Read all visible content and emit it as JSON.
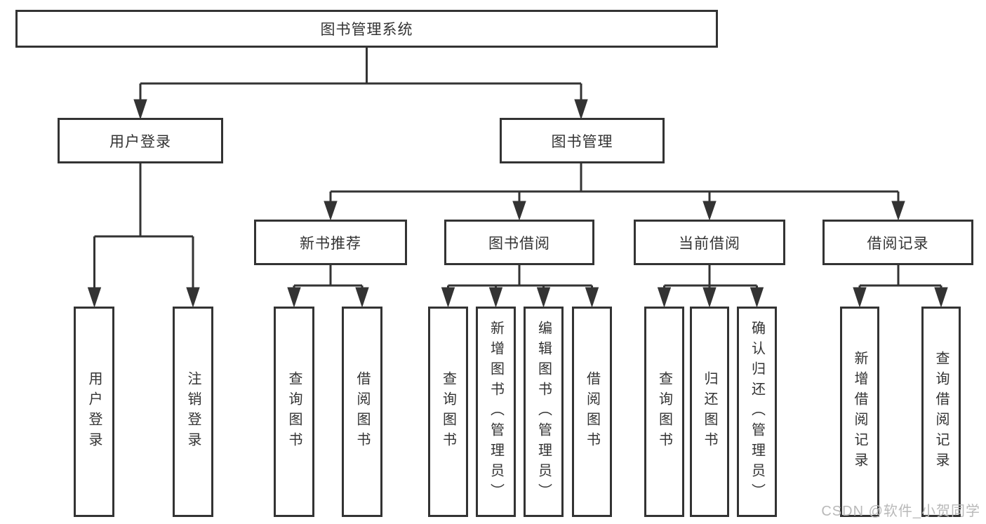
{
  "diagram": {
    "type": "org-tree",
    "tree": {
      "label": "图书管理系统",
      "children": [
        {
          "label": "用户登录",
          "children": [
            {
              "label": "用户登录"
            },
            {
              "label": "注销登录"
            }
          ]
        },
        {
          "label": "图书管理",
          "children": [
            {
              "label": "新书推荐",
              "children": [
                {
                  "label": "查询图书"
                },
                {
                  "label": "借阅图书"
                }
              ]
            },
            {
              "label": "图书借阅",
              "children": [
                {
                  "label": "查询图书"
                },
                {
                  "label": "新增图书（管理员）"
                },
                {
                  "label": "编辑图书（管理员）"
                },
                {
                  "label": "借阅图书"
                }
              ]
            },
            {
              "label": "当前借阅",
              "children": [
                {
                  "label": "查询图书"
                },
                {
                  "label": "归还图书"
                },
                {
                  "label": "确认归还（管理员）"
                }
              ]
            },
            {
              "label": "借阅记录",
              "children": [
                {
                  "label": "新增借阅记录"
                },
                {
                  "label": "查询借阅记录"
                }
              ]
            }
          ]
        }
      ]
    },
    "colors": {
      "line": "#333333",
      "box_border": "#333333",
      "text": "#333333",
      "background": "#ffffff",
      "watermark": "#b9b9b9"
    }
  },
  "watermark": {
    "text": "CSDN @软件_小贺同学"
  }
}
